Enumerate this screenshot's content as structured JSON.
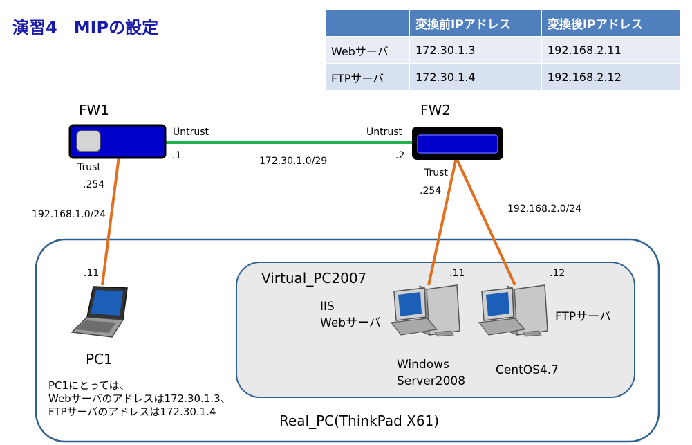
{
  "title": "演習4　MIPの設定",
  "table": {
    "headers": [
      "",
      "変換前IPアドレス",
      "変換後IPアドレス"
    ],
    "rows": [
      [
        "Webサーバ",
        "172.30.1.3",
        "192.168.2.11"
      ],
      [
        "FTPサーバ",
        "172.30.1.4",
        "192.168.2.12"
      ]
    ]
  },
  "fw1": {
    "name": "FW1",
    "untrust": "Untrust",
    "untrust_ip": ".1",
    "trust": "Trust",
    "trust_ip": ".254"
  },
  "fw2": {
    "name": "FW2",
    "untrust": "Untrust",
    "untrust_ip": ".2",
    "trust": "Trust",
    "trust_ip": ".254"
  },
  "networks": {
    "untrust_net": "172.30.1.0/29",
    "lan1": "192.168.1.0/24",
    "lan2": "192.168.2.0/24"
  },
  "pc1": {
    "ip": ".11",
    "name": "PC1",
    "note": [
      "PC1にとっては、",
      "Webサーバのアドレスは172.30.1.3、",
      "FTPサーバのアドレスは172.30.1.4"
    ]
  },
  "virtual_pc": "Virtual_PC2007",
  "real_pc": "Real_PC(ThinkPad X61)",
  "web_server": {
    "ip": ".11",
    "role1": "IIS",
    "role2": "Webサーバ",
    "os1": "Windows",
    "os2": "Server2008"
  },
  "ftp_server": {
    "ip": ".12",
    "role": "FTPサーバ",
    "os": "CentOS4.7"
  },
  "colors": {
    "untrust_link": "#22b14c",
    "trust_link": "#e07020",
    "fw_body": "#0000cc",
    "table_header": "#4f7fbd",
    "title": "#1a1aa8"
  }
}
